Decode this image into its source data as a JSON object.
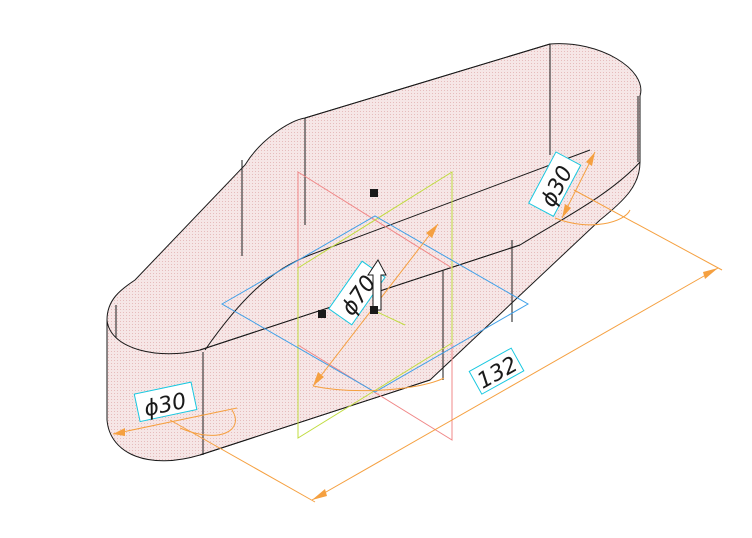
{
  "drawing": {
    "dimensions": {
      "length_label": "132",
      "left_diameter_label": "ϕ30",
      "right_diameter_label": "ϕ30",
      "center_diameter_label": "ϕ70"
    },
    "colors": {
      "body_fill": "#f3dede",
      "body_stroke": "#1a1a1a",
      "dimension_line": "#f5a040",
      "label_box": "#18c8e0",
      "plane_front": "#f08888",
      "plane_side": "#c0dc40",
      "plane_top": "#40a0e8",
      "handle": "#1a1a1a"
    },
    "handles": [
      "center-handle",
      "left-handle",
      "top-handle"
    ],
    "view": "isometric"
  }
}
